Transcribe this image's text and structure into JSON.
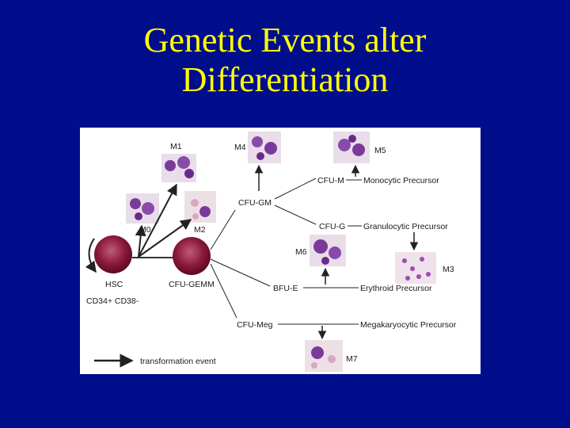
{
  "slide": {
    "title_line1": "Genetic Events alter",
    "title_line2": "Differentiation"
  },
  "diagram": {
    "labels": {
      "m1": "M1",
      "m0": "M0",
      "m2": "M2",
      "m4": "M4",
      "m5": "M5",
      "m6": "M6",
      "m3": "M3",
      "m7": "M7",
      "hsc": "HSC",
      "cd": "CD34+ CD38-",
      "cfu_gemm": "CFU-GEMM",
      "cfu_gm": "CFU-GM",
      "cfu_m": "CFU-M",
      "cfu_g": "CFU-G",
      "bfu_e": "BFU-E",
      "cfu_meg": "CFU-Meg",
      "monocytic": "Monocytic Precursor",
      "granulocytic": "Granulocytic Precursor",
      "erythroid": "Erythroid Precursor",
      "megakaryocytic": "Megakaryocytic Precursor",
      "legend": "transformation event"
    },
    "colors": {
      "cell_dark": "#8a1a3a",
      "cell_purple": "#7a3a9a",
      "micro_bg": "#e9ddea",
      "line": "#222222"
    }
  }
}
